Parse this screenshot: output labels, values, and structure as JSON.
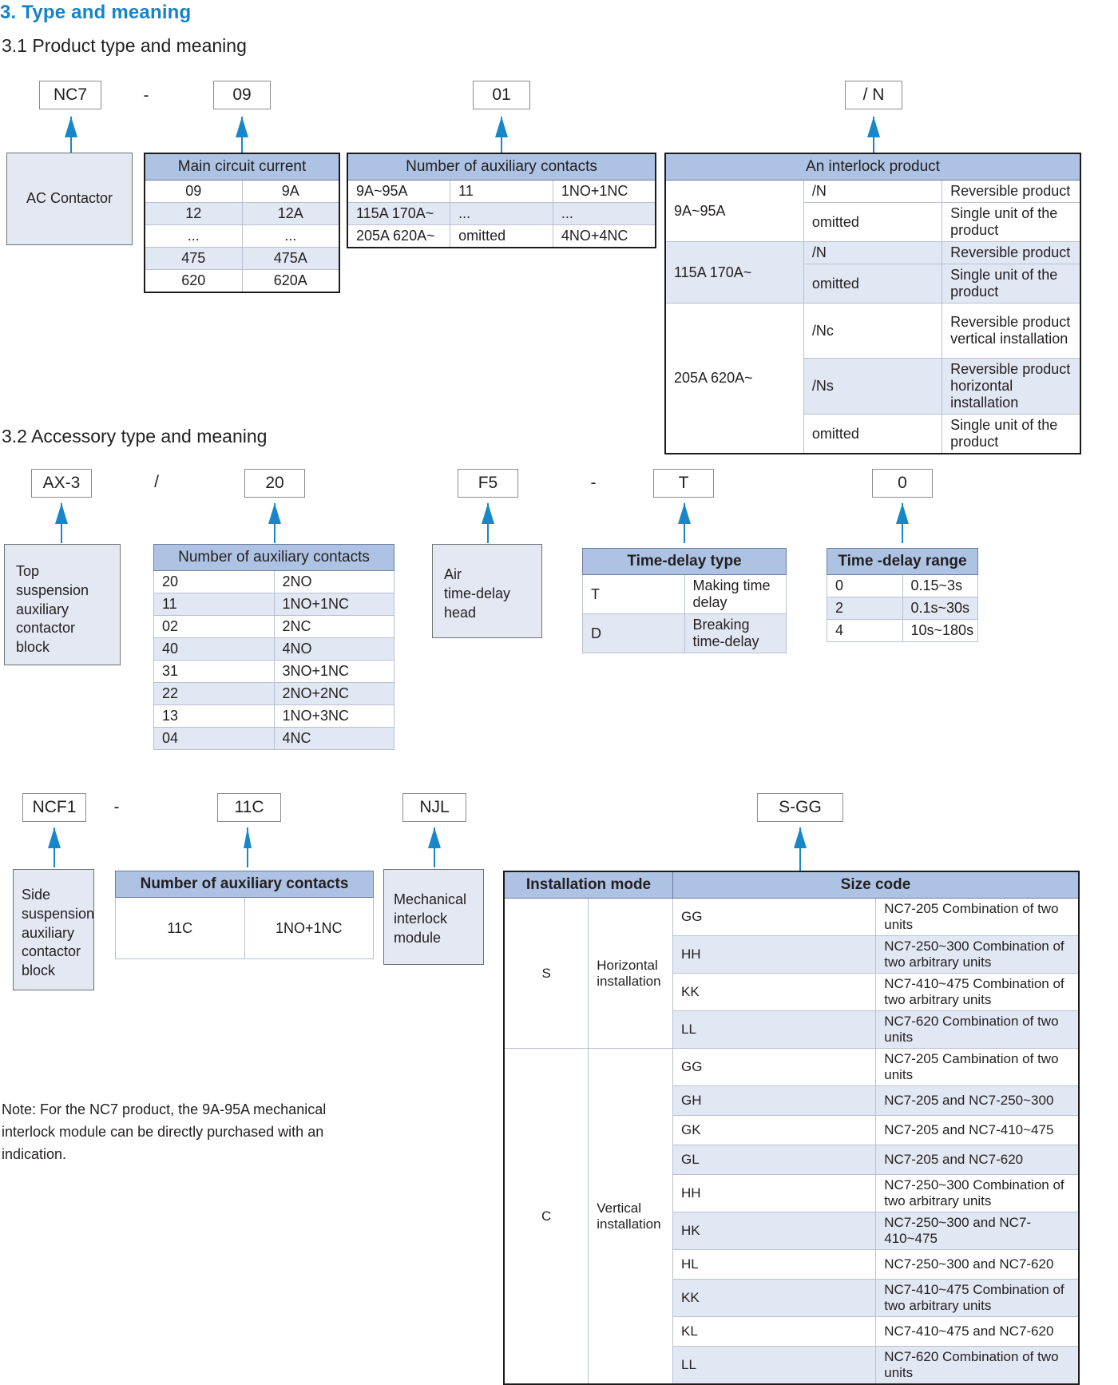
{
  "headings": {
    "section": "3. Type and meaning",
    "sub1": "3.1 Product type and meaning",
    "sub2": "3.2 Accessory type and meaning"
  },
  "product_codes": {
    "nc7": "NC7",
    "dash": "-",
    "nine": "09",
    "zero_one": "01",
    "slash_n": "/ N"
  },
  "ac_contactor_box": "AC Contactor",
  "main_circuit": {
    "header": "Main circuit current",
    "rows": [
      {
        "code": "09",
        "value": "9A"
      },
      {
        "code": "12",
        "value": "12A"
      },
      {
        "code": "...",
        "value": "..."
      },
      {
        "code": "475",
        "value": "475A"
      },
      {
        "code": "620",
        "value": "620A"
      }
    ]
  },
  "aux_contacts_main": {
    "header": "Number of auxiliary contacts",
    "rows": [
      {
        "range": "9A~95A",
        "code": "11",
        "meaning": "1NO+1NC"
      },
      {
        "range": "115A 170A~",
        "code": "...",
        "meaning": "..."
      },
      {
        "range": "205A 620A~",
        "code": "omitted",
        "meaning": "4NO+4NC"
      }
    ]
  },
  "interlock": {
    "header": "An interlock product",
    "groups": [
      {
        "range": "9A~95A",
        "rows": [
          {
            "code": "/N",
            "meaning": "Reversible product"
          },
          {
            "code": "omitted",
            "meaning": "Single unit of the product"
          }
        ]
      },
      {
        "range": "115A 170A~",
        "rows": [
          {
            "code": "/N",
            "meaning": "Reversible product"
          },
          {
            "code": "omitted",
            "meaning": "Single unit of the product"
          }
        ]
      },
      {
        "range": "205A 620A~",
        "rows": [
          {
            "code": "/Nc",
            "meaning": "Reversible product  vertical installation"
          },
          {
            "code": "/Ns",
            "meaning": "Reversible product  horizontal installation"
          },
          {
            "code": "omitted",
            "meaning": "Single unit of the product"
          }
        ]
      }
    ]
  },
  "accessory_codes": {
    "ax3": "AX-3",
    "slash": "/",
    "twenty": "20",
    "f5": "F5",
    "dash": "-",
    "t": "T",
    "zero": "0",
    "ncf1": "NCF1",
    "dash2": "-",
    "elevenc": "11C",
    "njl": "NJL",
    "sgg": "S-GG"
  },
  "top_block": "Top\nsuspension\nauxiliary\ncontactor\nblock",
  "aux_contacts_ax3": {
    "header": "Number of auxiliary contacts",
    "rows": [
      {
        "code": "20",
        "meaning": "2NO"
      },
      {
        "code": "11",
        "meaning": "1NO+1NC"
      },
      {
        "code": "02",
        "meaning": "2NC"
      },
      {
        "code": "40",
        "meaning": "4NO"
      },
      {
        "code": "31",
        "meaning": "3NO+1NC"
      },
      {
        "code": "22",
        "meaning": "2NO+2NC"
      },
      {
        "code": "13",
        "meaning": "1NO+3NC"
      },
      {
        "code": "04",
        "meaning": "4NC"
      }
    ]
  },
  "air_head_block": "Air\ntime-delay\nhead",
  "time_delay_type": {
    "header": "Time-delay type",
    "rows": [
      {
        "code": "T",
        "meaning": "Making time delay"
      },
      {
        "code": "D",
        "meaning": "Breaking time-delay"
      }
    ]
  },
  "time_delay_range": {
    "header": "Time -delay range",
    "rows": [
      {
        "code": "0",
        "meaning": "0.15~3s"
      },
      {
        "code": "2",
        "meaning": "0.1s~30s"
      },
      {
        "code": "4",
        "meaning": "10s~180s"
      }
    ]
  },
  "side_block": "Side\nsuspension\nauxiliary\ncontactor\nblock",
  "aux_contacts_ncf1": {
    "header": "Number of auxiliary contacts",
    "rows": [
      {
        "code": "11C",
        "meaning": "1NO+1NC"
      }
    ]
  },
  "mech_block": "Mechanical\ninterlock\nmodule",
  "size_table": {
    "header_mode": "Installation mode",
    "header_size": "Size code",
    "groups": [
      {
        "letter": "S",
        "mode": "Horizontal\ninstallation",
        "rows": [
          {
            "code": "GG",
            "desc": "NC7-205 Combination of two units"
          },
          {
            "code": "HH",
            "desc": "NC7-250~300 Combination of two arbitrary units"
          },
          {
            "code": "KK",
            "desc": "NC7-410~475 Combination of two arbitrary units"
          },
          {
            "code": "LL",
            "desc": "NC7-620 Combination of two units"
          }
        ]
      },
      {
        "letter": "C",
        "mode": "Vertical\ninstallation",
        "rows": [
          {
            "code": "GG",
            "desc": "NC7-205 Cambination of two units"
          },
          {
            "code": "GH",
            "desc": "NC7-205 and NC7-250~300"
          },
          {
            "code": "GK",
            "desc": "NC7-205 and NC7-410~475"
          },
          {
            "code": "GL",
            "desc": "NC7-205 and NC7-620"
          },
          {
            "code": "HH",
            "desc": "NC7-250~300 Combination of two arbitrary units"
          },
          {
            "code": "HK",
            "desc": "NC7-250~300 and NC7-410~475"
          },
          {
            "code": "HL",
            "desc": "NC7-250~300 and NC7-620"
          },
          {
            "code": "KK",
            "desc": "NC7-410~475 Combination of two arbitrary units"
          },
          {
            "code": "KL",
            "desc": "NC7-410~475 and NC7-620"
          },
          {
            "code": "LL",
            "desc": "NC7-620 Combination of two units"
          }
        ]
      }
    ]
  },
  "note": "Note: For the NC7 product, the 9A-95A mechanical interlock module can be directly purchased with an indication."
}
